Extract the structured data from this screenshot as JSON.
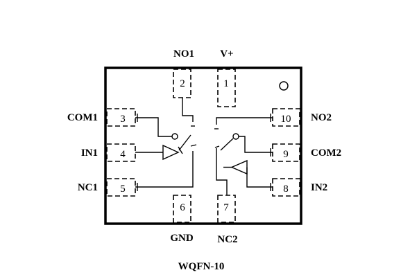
{
  "package": "WQFN-10",
  "pins": [
    {
      "number": "1",
      "name": "V+"
    },
    {
      "number": "2",
      "name": "NO1"
    },
    {
      "number": "3",
      "name": "COM1"
    },
    {
      "number": "4",
      "name": "IN1"
    },
    {
      "number": "5",
      "name": "NC1"
    },
    {
      "number": "6",
      "name": "GND"
    },
    {
      "number": "7",
      "name": "NC2"
    },
    {
      "number": "8",
      "name": "IN2"
    },
    {
      "number": "9",
      "name": "COM2"
    },
    {
      "number": "10",
      "name": "NO2"
    }
  ]
}
